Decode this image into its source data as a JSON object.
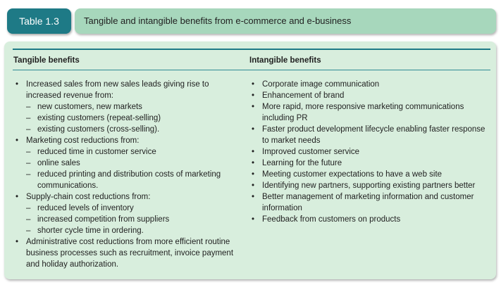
{
  "table_label": "Table 1.3",
  "caption": "Tangible and intangible benefits from e-commerce and e-business",
  "tangible": {
    "heading": "Tangible benefits",
    "items": [
      {
        "text": "Increased sales from new sales leads giving rise to increased revenue from:",
        "subitems": [
          "new customers, new markets",
          "existing customers (repeat-selling)",
          "existing customers (cross-selling)."
        ]
      },
      {
        "text": "Marketing cost reductions from:",
        "subitems": [
          "reduced time in customer service",
          "online sales",
          "reduced printing and distribution costs of marketing communications."
        ]
      },
      {
        "text": "Supply-chain cost reductions from:",
        "subitems": [
          "reduced levels of inventory",
          "increased competition from suppliers",
          "shorter cycle time in ordering."
        ]
      },
      {
        "text": "Administrative cost reductions from more efficient routine business processes such as recruitment, invoice payment and holiday authorization.",
        "subitems": []
      }
    ]
  },
  "intangible": {
    "heading": "Intangible benefits",
    "items": [
      "Corporate image communication",
      "Enhancement of brand",
      "More rapid, more responsive marketing communications including PR",
      "Faster product development lifecycle enabling faster response to market needs",
      "Improved customer service",
      "Learning for the future",
      "Meeting customer expectations to have a web site",
      "Identifying new partners, supporting existing partners better",
      "Better management of marketing information and customer information",
      "Feedback from customers on products"
    ]
  },
  "colors": {
    "label_bg": "#1e7a86",
    "caption_bg": "#a7d7bc",
    "panel_bg": "#d8eedd",
    "rule": "#1e7a86"
  }
}
